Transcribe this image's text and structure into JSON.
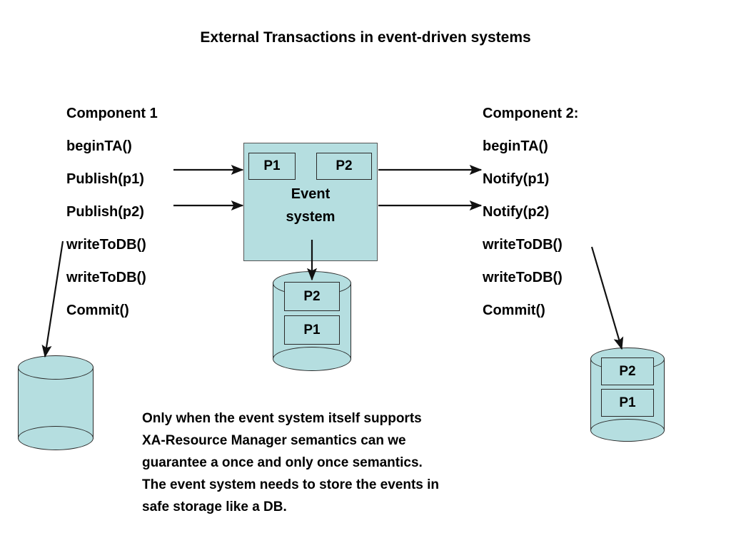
{
  "slide": {
    "title": "External Transactions in event-driven systems",
    "background_color": "#ffffff",
    "shape_fill_color": "#b5dee0",
    "shape_stroke_color": "#2a2a2a",
    "text_color": "#000000"
  },
  "component_left": {
    "heading": "Component 1",
    "lines": [
      "Component 1",
      "beginTA()",
      "Publish(p1)",
      "Publish(p2)",
      "writeToDB()",
      "writeToDB()",
      "Commit()"
    ]
  },
  "component_right": {
    "heading": "Component 2:",
    "lines": [
      "Component 2:",
      "beginTA()",
      "Notify(p1)",
      "Notify(p2)",
      "writeToDB()",
      "writeToDB()",
      "Commit()"
    ]
  },
  "event_system": {
    "label_line1": "Event",
    "label_line2": "system",
    "p1_label": "P1",
    "p2_label": "P2"
  },
  "db_center": {
    "top_label": "P2",
    "bottom_label": "P1"
  },
  "db_right": {
    "top_label": "P2",
    "bottom_label": "P1"
  },
  "db_left": {
    "top_label": "",
    "bottom_label": ""
  },
  "arrows": [
    {
      "name": "publish-p1-arrow",
      "from": "Publish(p1)",
      "to": "Event system"
    },
    {
      "name": "publish-p2-arrow",
      "from": "Publish(p2)",
      "to": "Event system"
    },
    {
      "name": "notify-p1-arrow",
      "from": "Event system",
      "to": "Notify(p1)"
    },
    {
      "name": "notify-p2-arrow",
      "from": "Event system",
      "to": "Notify(p2)"
    },
    {
      "name": "event-store-arrow",
      "from": "Event system",
      "to": "Event store DB"
    },
    {
      "name": "component1-db-arrow",
      "from": "writeToDB()",
      "to": "Component 1 DB"
    },
    {
      "name": "component2-db-arrow",
      "from": "writeToDB()",
      "to": "Component 2 DB"
    }
  ],
  "caption": {
    "lines": [
      "Only when the event system itself supports",
      "XA-Resource Manager semantics can we",
      "guarantee a once and only once semantics.",
      "The event system needs to store the events in",
      "safe storage like a DB."
    ]
  }
}
